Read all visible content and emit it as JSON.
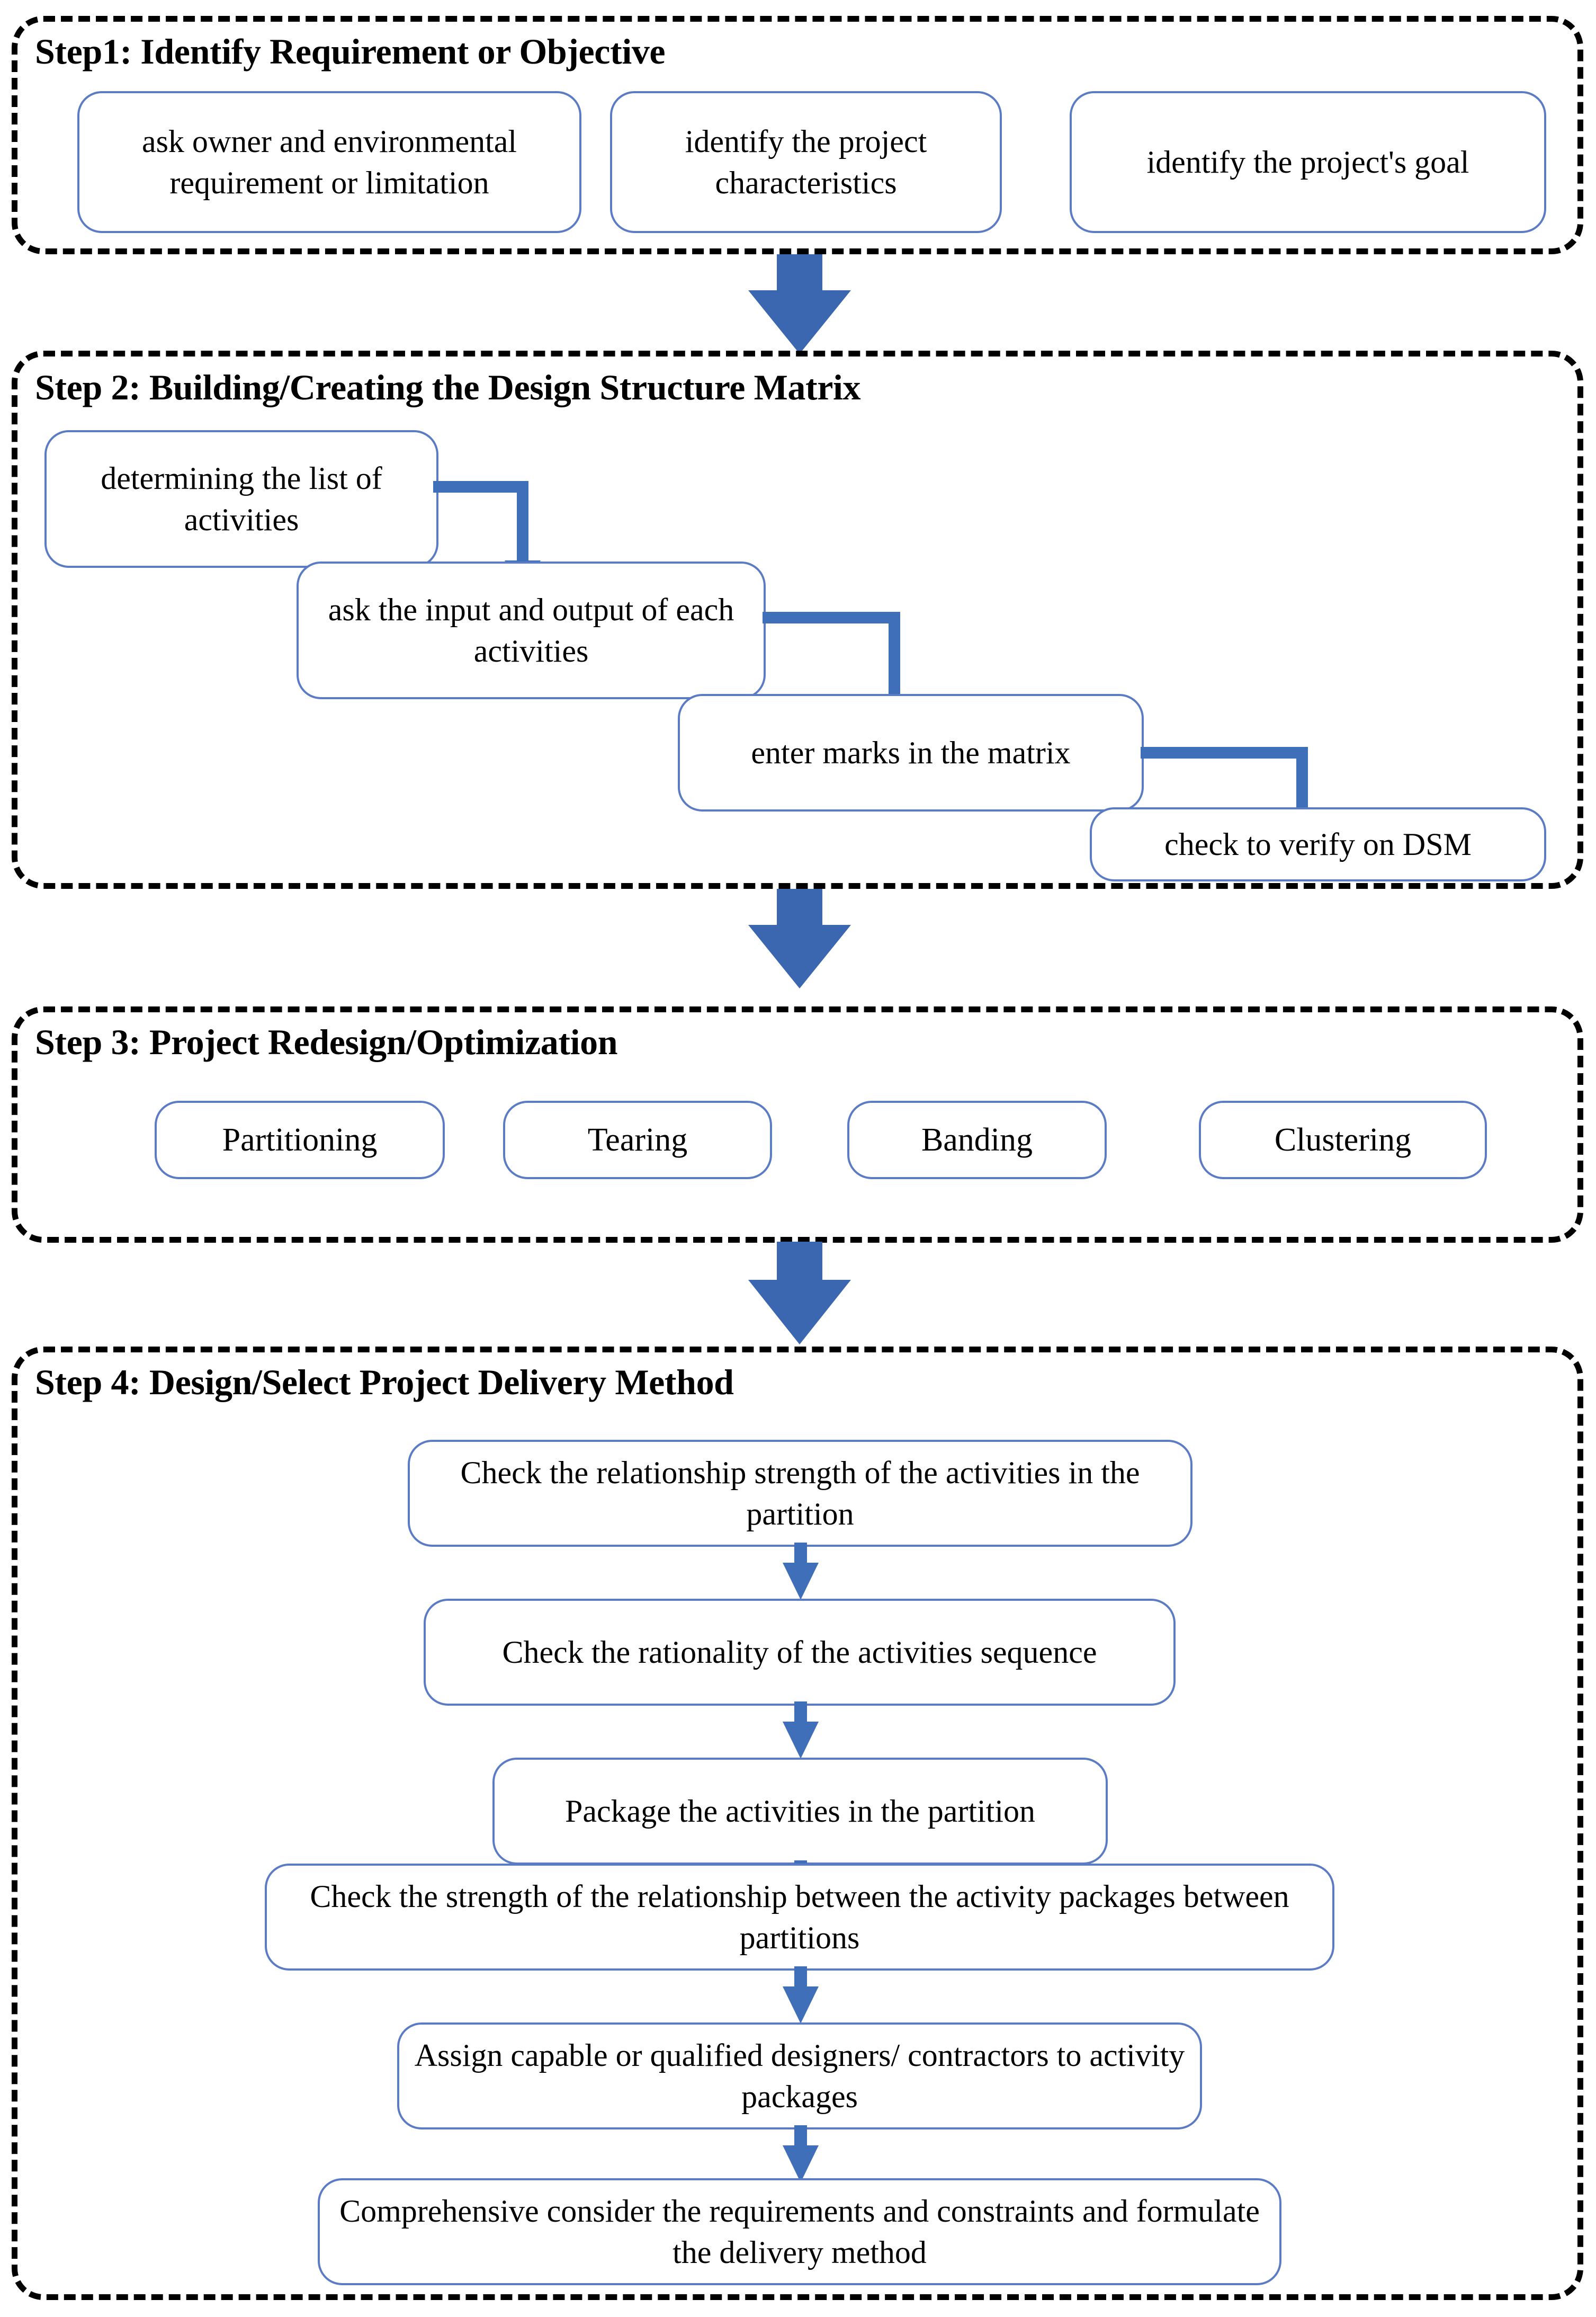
{
  "theme": {
    "node_border": "#5B7BC4",
    "connector_blue": "#3E6FB8",
    "block_arrow_blue": "#3A67AF",
    "container_border": "#000000",
    "background": "#FFFFFF",
    "text": "#000000"
  },
  "steps": [
    {
      "id": "step-1",
      "title": "Step1: Identify Requirement or Objective",
      "nodes": [
        {
          "id": "s1-n1",
          "label": "ask owner and environmental requirement or limitation"
        },
        {
          "id": "s1-n2",
          "label": "identify the project characteristics"
        },
        {
          "id": "s1-n3",
          "label": "identify the project's goal"
        }
      ]
    },
    {
      "id": "step-2",
      "title": "Step 2: Building/Creating the Design Structure Matrix",
      "nodes": [
        {
          "id": "s2-n1",
          "label": "determining the list of activities"
        },
        {
          "id": "s2-n2",
          "label": "ask the input and output of each activities"
        },
        {
          "id": "s2-n3",
          "label": "enter marks in the matrix"
        },
        {
          "id": "s2-n4",
          "label": "check to verify on DSM"
        }
      ]
    },
    {
      "id": "step-3",
      "title": "Step 3: Project Redesign/Optimization",
      "nodes": [
        {
          "id": "s3-n1",
          "label": "Partitioning"
        },
        {
          "id": "s3-n2",
          "label": "Tearing"
        },
        {
          "id": "s3-n3",
          "label": "Banding"
        },
        {
          "id": "s3-n4",
          "label": "Clustering"
        }
      ]
    },
    {
      "id": "step-4",
      "title": "Step 4: Design/Select Project Delivery Method",
      "nodes": [
        {
          "id": "s4-n1",
          "label": "Check the relationship strength of the activities in the partition"
        },
        {
          "id": "s4-n2",
          "label": "Check the rationality of the activities sequence"
        },
        {
          "id": "s4-n3",
          "label": "Package the activities in the partition"
        },
        {
          "id": "s4-n4",
          "label": "Check the strength of the relationship between the activity packages between partitions"
        },
        {
          "id": "s4-n5",
          "label": "Assign capable or qualified designers/ contractors to activity packages"
        },
        {
          "id": "s4-n6",
          "label": "Comprehensive consider the requirements and constraints  and formulate the delivery method"
        }
      ]
    }
  ],
  "connectors": {
    "step1_to_step2": "down-block-arrow",
    "step2_to_step3": "down-block-arrow",
    "step3_to_step4": "down-block-arrow",
    "s2_internal": [
      "determining the list of activities -> ask the input and output of each activities",
      "ask the input and output of each activities -> enter marks in the matrix",
      "enter marks in the matrix -> check to verify on DSM"
    ],
    "s4_internal": [
      "s4-n1 -> s4-n2",
      "s4-n2 -> s4-n3",
      "s4-n3 -> s4-n4",
      "s4-n4 -> s4-n5",
      "s4-n5 -> s4-n6"
    ]
  }
}
